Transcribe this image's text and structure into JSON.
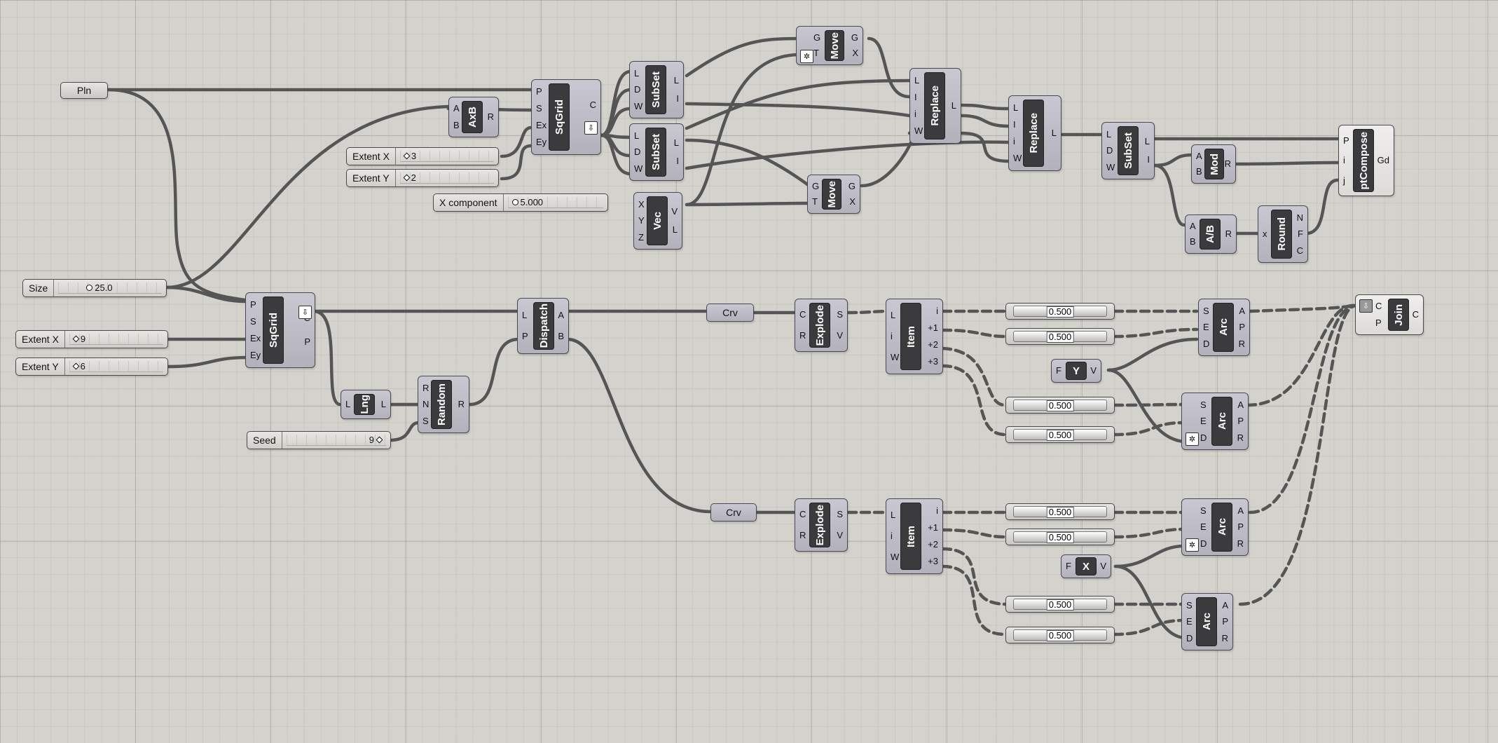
{
  "canvas": {
    "grid": true
  },
  "params": {
    "pln": "Pln",
    "crv1": "Crv",
    "crv2": "Crv"
  },
  "sliders": {
    "size": {
      "label": "Size",
      "value": "25.0"
    },
    "ext_x_top": {
      "label": "Extent X",
      "value": "3"
    },
    "ext_y_top": {
      "label": "Extent Y",
      "value": "2"
    },
    "x_comp": {
      "label": "X component",
      "value": "5.000"
    },
    "ext_x_bot": {
      "label": "Extent X",
      "value": "9"
    },
    "ext_y_bot": {
      "label": "Extent Y",
      "value": "6"
    },
    "seed": {
      "label": "Seed",
      "value": "9"
    }
  },
  "number_sliders": [
    "0.500",
    "0.500",
    "0.500",
    "0.500",
    "0.500",
    "0.500",
    "0.500",
    "0.500"
  ],
  "components": {
    "axb": {
      "name": "AxB",
      "inputs": [
        "A",
        "B"
      ],
      "outputs": [
        "R"
      ]
    },
    "sqgrid1": {
      "name": "SqGrid",
      "inputs": [
        "P",
        "S",
        "Ex",
        "Ey"
      ],
      "outputs": [
        "C",
        "P"
      ]
    },
    "subset1": {
      "name": "SubSet",
      "inputs": [
        "L",
        "D",
        "W"
      ],
      "outputs": [
        "L",
        "I"
      ]
    },
    "subset2": {
      "name": "SubSet",
      "inputs": [
        "L",
        "D",
        "W"
      ],
      "outputs": [
        "L",
        "I"
      ]
    },
    "move1": {
      "name": "Move",
      "inputs": [
        "G",
        "T"
      ],
      "outputs": [
        "G",
        "X"
      ]
    },
    "move2": {
      "name": "Move",
      "inputs": [
        "G",
        "T"
      ],
      "outputs": [
        "G",
        "X"
      ]
    },
    "vec": {
      "name": "Vec",
      "inputs": [
        "X",
        "Y",
        "Z"
      ],
      "outputs": [
        "V",
        "L"
      ]
    },
    "replace1": {
      "name": "Replace",
      "inputs": [
        "L",
        "I",
        "i",
        "W"
      ],
      "outputs": [
        "L"
      ]
    },
    "replace2": {
      "name": "Replace",
      "inputs": [
        "L",
        "I",
        "i",
        "W"
      ],
      "outputs": [
        "L"
      ]
    },
    "subset3": {
      "name": "SubSet",
      "inputs": [
        "L",
        "D",
        "W"
      ],
      "outputs": [
        "L",
        "I"
      ]
    },
    "mod": {
      "name": "Mod",
      "inputs": [
        "A",
        "B"
      ],
      "outputs": [
        "R"
      ]
    },
    "adivb": {
      "name": "A/B",
      "inputs": [
        "A",
        "B"
      ],
      "outputs": [
        "R"
      ]
    },
    "round": {
      "name": "Round",
      "inputs": [
        "x"
      ],
      "outputs": [
        "N",
        "F",
        "C"
      ]
    },
    "ptcompose": {
      "name": "ptCompose",
      "inputs": [
        "P",
        "i",
        "j"
      ],
      "outputs": [
        "Gd"
      ]
    },
    "sqgrid2": {
      "name": "SqGrid",
      "inputs": [
        "P",
        "S",
        "Ex",
        "Ey"
      ],
      "outputs": [
        "C",
        "P"
      ]
    },
    "lng": {
      "name": "Lng",
      "inputs": [
        "L"
      ],
      "outputs": [
        "L"
      ]
    },
    "random": {
      "name": "Random",
      "inputs": [
        "R",
        "N",
        "S"
      ],
      "outputs": [
        "R"
      ]
    },
    "dispatch": {
      "name": "Dispatch",
      "inputs": [
        "L",
        "P"
      ],
      "outputs": [
        "A",
        "B"
      ]
    },
    "explode1": {
      "name": "Explode",
      "inputs": [
        "C",
        "R"
      ],
      "outputs": [
        "S",
        "V"
      ]
    },
    "item1": {
      "name": "Item",
      "inputs": [
        "L",
        "i",
        "W"
      ],
      "outputs": [
        "i",
        "+1",
        "+2",
        "+3"
      ]
    },
    "y": {
      "name": "Y",
      "inputs": [
        "F"
      ],
      "outputs": [
        "V"
      ]
    },
    "arc1": {
      "name": "Arc",
      "inputs": [
        "S",
        "E",
        "D"
      ],
      "outputs": [
        "A",
        "P",
        "R"
      ]
    },
    "arc2": {
      "name": "Arc",
      "inputs": [
        "S",
        "E",
        "D"
      ],
      "outputs": [
        "A",
        "P",
        "R"
      ]
    },
    "join": {
      "name": "Join",
      "inputs": [
        "C",
        "P"
      ],
      "outputs": [
        "C"
      ]
    },
    "explode2": {
      "name": "Explode",
      "inputs": [
        "C",
        "R"
      ],
      "outputs": [
        "S",
        "V"
      ]
    },
    "item2": {
      "name": "Item",
      "inputs": [
        "L",
        "i",
        "W"
      ],
      "outputs": [
        "i",
        "+1",
        "+2",
        "+3"
      ]
    },
    "x": {
      "name": "X",
      "inputs": [
        "F"
      ],
      "outputs": [
        "V"
      ]
    },
    "arc3": {
      "name": "Arc",
      "inputs": [
        "S",
        "E",
        "D"
      ],
      "outputs": [
        "A",
        "P",
        "R"
      ]
    },
    "arc4": {
      "name": "Arc",
      "inputs": [
        "S",
        "E",
        "D"
      ],
      "outputs": [
        "A",
        "P",
        "R"
      ]
    }
  }
}
